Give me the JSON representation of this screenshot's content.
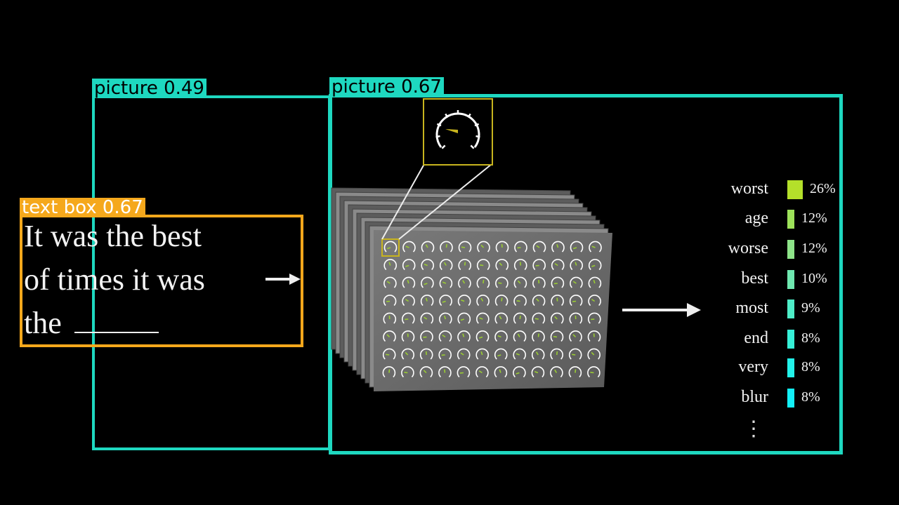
{
  "detections": [
    {
      "label": "picture 0.49",
      "color": "#1ed8c0"
    },
    {
      "label": "picture 0.67",
      "color": "#1ed8c0"
    },
    {
      "label": "text box 0.67",
      "color": "#f5a81c"
    }
  ],
  "sentence": {
    "lines": [
      "It was the best",
      "of times it was",
      "the"
    ]
  },
  "predictions": [
    {
      "word": "worst",
      "pct": "26%",
      "prob": 0.26,
      "color": "#b4e02a"
    },
    {
      "word": "age",
      "pct": "12%",
      "prob": 0.12,
      "color": "#9de25a"
    },
    {
      "word": "worse",
      "pct": "12%",
      "prob": 0.12,
      "color": "#8ee489"
    },
    {
      "word": "best",
      "pct": "10%",
      "prob": 0.1,
      "color": "#6fe8b0"
    },
    {
      "word": "most",
      "pct": "9%",
      "prob": 0.09,
      "color": "#4eedc8"
    },
    {
      "word": "end",
      "pct": "8%",
      "prob": 0.08,
      "color": "#36f0d8"
    },
    {
      "word": "very",
      "pct": "8%",
      "prob": 0.08,
      "color": "#22f2ea"
    },
    {
      "word": "blur",
      "pct": "8%",
      "prob": 0.08,
      "color": "#12f0f8"
    }
  ],
  "ellipsis": "⋮",
  "colors": {
    "box_teal": "#1ed8c0",
    "box_orange": "#f5a81c",
    "panel_gray": "#6b6b6b",
    "dial_yellow": "#c8b41e"
  }
}
